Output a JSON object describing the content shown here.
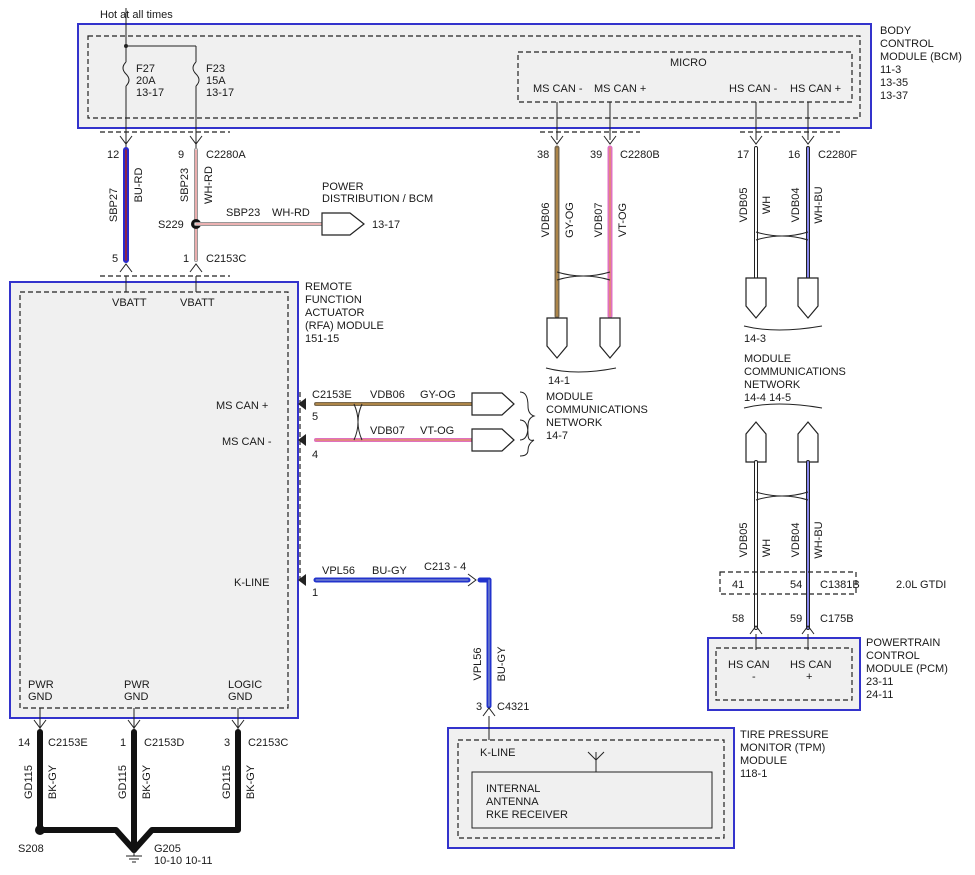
{
  "top_label": "Hot at all times",
  "bcm": {
    "title_lines": [
      "BODY",
      "CONTROL",
      "MODULE (BCM)",
      "11-3",
      "13-35",
      "13-37"
    ],
    "micro": "MICRO",
    "ms_can_minus": "MS CAN -",
    "ms_can_plus": "MS CAN +",
    "hs_can_minus": "HS CAN -",
    "hs_can_plus": "HS CAN +",
    "fuse1": [
      "F27",
      "20A",
      "13-17"
    ],
    "fuse2": [
      "F23",
      "15A",
      "13-17"
    ]
  },
  "left_pins": {
    "pin12": "12",
    "pin9": "9",
    "c2280a": "C2280A",
    "sbp27": "SBP27",
    "bu_rd": "BU-RD",
    "sbp23": "SBP23",
    "wh_rd": "WH-RD",
    "s229": "S229",
    "pin5": "5",
    "pin1": "1",
    "c2153c": "C2153C",
    "branch_circuit": "SBP23",
    "branch_color": "WH-RD",
    "power_dist": [
      "POWER",
      "DISTRIBUTION / BCM"
    ],
    "power_dist_ref": "13-17"
  },
  "ms_pins": {
    "pin38": "38",
    "pin39": "39",
    "c2280b": "C2280B",
    "vdb06": "VDB06",
    "gy_og": "GY-OG",
    "vdb07": "VDB07",
    "vt_og": "VT-OG",
    "ref": "14-1"
  },
  "hs_pins": {
    "pin17": "17",
    "pin16": "16",
    "c2280f": "C2280F",
    "vdb05": "VDB05",
    "wh": "WH",
    "vdb04": "VDB04",
    "wh_bu": "WH-BU",
    "ref": "14-3",
    "mcn": [
      "MODULE",
      "COMMUNICATIONS",
      "NETWORK"
    ],
    "mcn_refs": "14-4   14-5"
  },
  "rfa": {
    "title_lines": [
      "REMOTE",
      "FUNCTION",
      "ACTUATOR",
      "(RFA) MODULE",
      "151-15"
    ],
    "vbatt1": "VBATT",
    "vbatt2": "VBATT",
    "ms_can_plus": "MS CAN +",
    "ms_can_minus": "MS CAN -",
    "k_line": "K-LINE",
    "pwr_gnd1": [
      "PWR",
      "GND"
    ],
    "pwr_gnd2": [
      "PWR",
      "GND"
    ],
    "logic_gnd": [
      "LOGIC",
      "GND"
    ]
  },
  "rfa_can": {
    "c2153e": "C2153E",
    "pin5": "5",
    "pin4": "4",
    "vdb06": "VDB06",
    "gy_og": "GY-OG",
    "vdb07": "VDB07",
    "vt_og": "VT-OG",
    "mcn": [
      "MODULE",
      "COMMUNICATIONS",
      "NETWORK",
      "14-7"
    ]
  },
  "kline": {
    "vpl56": "VPL56",
    "bu_gy": "BU-GY",
    "c213": "C213   - 4",
    "pin1": "1",
    "vpl56_v": "VPL56",
    "bu_gy_v": "BU-GY",
    "pin3": "3",
    "c4321": "C4321"
  },
  "tpm": {
    "title_lines": [
      "TIRE PRESSURE",
      "MONITOR (TPM)",
      "MODULE",
      "118-1"
    ],
    "k_line": "K-LINE",
    "receiver": [
      "INTERNAL",
      "ANTENNA",
      "RKE RECEIVER"
    ]
  },
  "pcm_side": {
    "vdb05": "VDB05",
    "wh": "WH",
    "vdb04": "VDB04",
    "wh_bu": "WH-BU",
    "pin41": "41",
    "pin54": "54",
    "c1381b": "C1381B",
    "gtdi": "2.0L GTDI",
    "pin58": "58",
    "pin59": "59",
    "c175b": "C175B"
  },
  "pcm": {
    "title_lines": [
      "POWERTRAIN",
      "CONTROL",
      "MODULE (PCM)",
      "23-11",
      "24-11"
    ],
    "hs_can_minus": [
      "HS CAN",
      "-"
    ],
    "hs_can_plus": [
      "HS CAN",
      "+"
    ]
  },
  "grounds": {
    "pin14": "14",
    "c2153e": "C2153E",
    "pin1": "1",
    "c2153d": "C2153D",
    "pin3": "3",
    "c2153c": "C2153C",
    "gd115": "GD115",
    "bk_gy": "BK-GY",
    "s208": "S208",
    "g205": "G205",
    "g205_refs": "10-10   10-11"
  },
  "colors": {
    "module_border": "#3333cc",
    "blue_red": "#2a2acc",
    "gray_orange": "#7a6a50",
    "violet_orange": "#e070c0",
    "white_blue": "#8888ee",
    "blue_gray": "#2233cc",
    "black_gray": "#111111"
  }
}
